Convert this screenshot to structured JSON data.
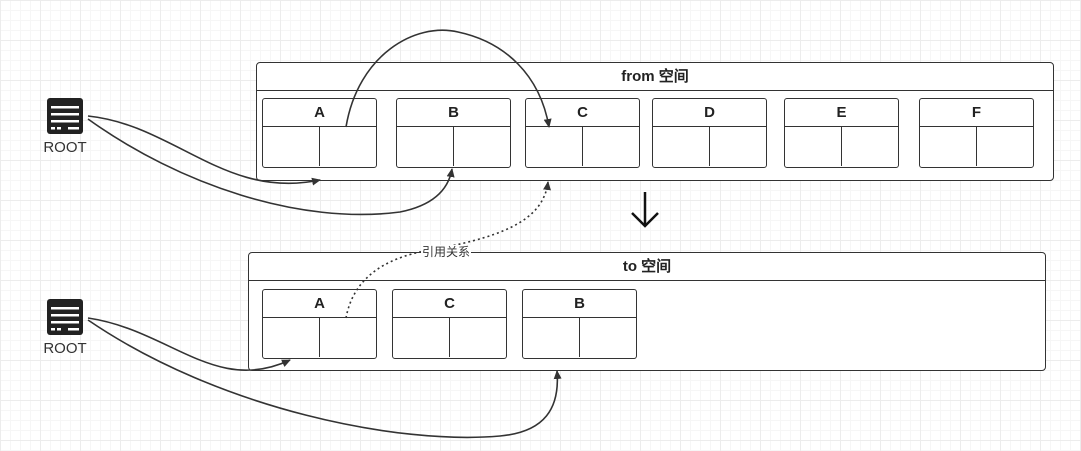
{
  "from_space": {
    "title": "from 空间",
    "objects": [
      "A",
      "B",
      "C",
      "D",
      "E",
      "F"
    ]
  },
  "to_space": {
    "title": "to 空间",
    "objects": [
      "A",
      "C",
      "B"
    ]
  },
  "roots": {
    "top_label": "ROOT",
    "bottom_label": "ROOT",
    "icon": "server-icon"
  },
  "edge_label": "引用关系",
  "colors": {
    "stroke": "#333333",
    "grid": "#ececec"
  }
}
